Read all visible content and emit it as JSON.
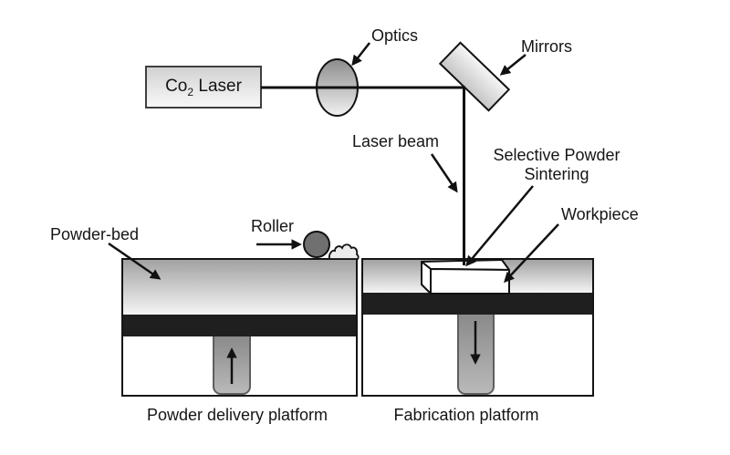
{
  "diagram": {
    "labels": {
      "co2_prefix": "Co",
      "co2_sub": "2",
      "co2_suffix": "Laser",
      "optics": "Optics",
      "mirrors": "Mirrors",
      "laser_beam": "Laser beam",
      "selective_powder_line1": "Selective Powder",
      "selective_powder_line2": "Sintering",
      "workpiece": "Workpiece",
      "powder_bed": "Powder-bed",
      "roller": "Roller",
      "powder_delivery_platform": "Powder delivery platform",
      "fabrication_platform": "Fabrication platform"
    },
    "colors": {
      "background": "#ffffff",
      "line": "#111111",
      "text": "#151515",
      "black_band": "#1f1f1f",
      "bed_gradient_top": "#a2a2a2",
      "bed_gradient_bottom": "#f5f5f5",
      "piston_top": "#8a8a8a",
      "piston_bottom": "#b9b9b9",
      "roller_fill": "#707070",
      "workpiece_fill": "#ffffff"
    }
  }
}
